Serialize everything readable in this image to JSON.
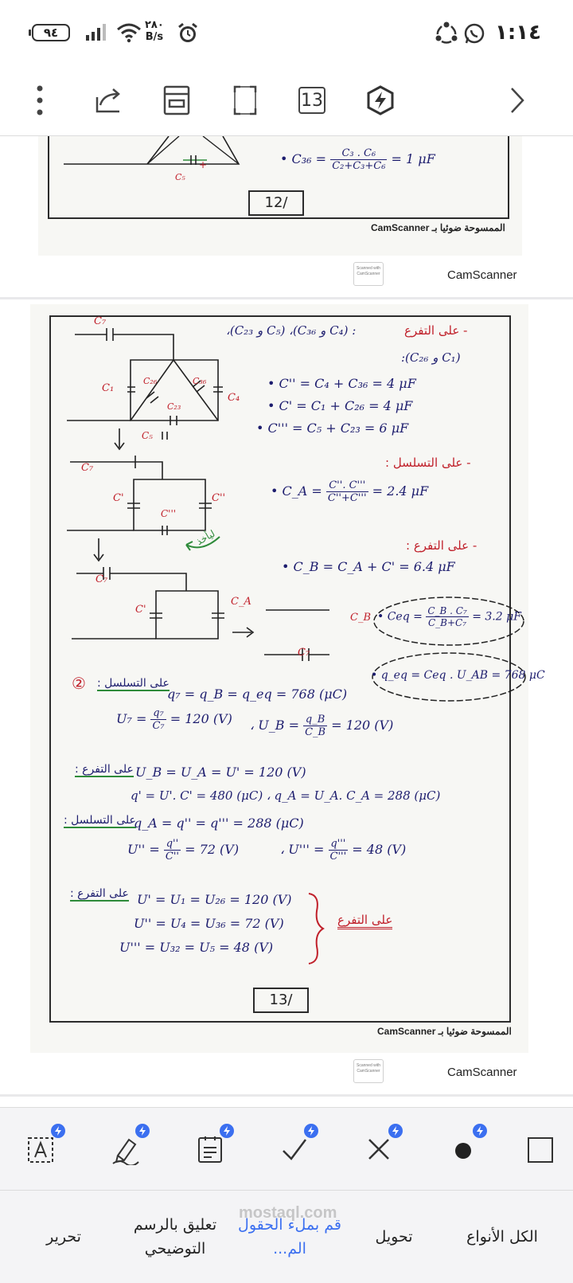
{
  "status_bar": {
    "time": "١:١٤",
    "battery": "٩٤",
    "net_speed_value": "٢٨٠",
    "net_speed_unit": "B/s",
    "icons": [
      "battery-icon",
      "signal-icon",
      "wifi-icon",
      "alarm-icon",
      "whatsapp-icon",
      "sync-icon"
    ]
  },
  "toolbar": {
    "page_count": "13",
    "icons": [
      "more-vertical-icon",
      "share-icon",
      "reader-icon",
      "fullscreen-icon",
      "page-count",
      "ai-bolt-icon",
      "next-arrow-icon"
    ]
  },
  "page12": {
    "formula_label": "• C₃₆ =",
    "formula_num": "C₃ . C₆",
    "formula_den": "C₂+C₃+C₆",
    "formula_result": "= 1 μF",
    "page_number": "12/",
    "scan_stamp": "الممسوحة ضوئيا بـ CamScanner",
    "watermark_badge": "Scanned with CamScanner",
    "watermark_label": "CamScanner"
  },
  "page13": {
    "page_number": "13/",
    "scan_stamp": "الممسوحة ضوئيا بـ CamScanner",
    "watermark_badge": "Scanned with CamScanner",
    "watermark_label": "CamScanner",
    "heading_parallel": "- على التفرع",
    "pairs_line1": "،(C₂₃ و C₅) ،(C₃₆ و C₄) :",
    "pairs_line2": ":(C₂₆ و C₁)",
    "eq_c2": "• C'' = C₄ + C₃₆ = 4 μF",
    "eq_c1": "• C' = C₁ + C₂₆ = 4 μF",
    "eq_c3": "• C''' = C₅ + C₂₃ = 6 μF",
    "heading_series": "- على التسلسل :",
    "eq_ca_label": "• C_A =",
    "eq_ca_num": "C''. C'''",
    "eq_ca_den": "C''+C'''",
    "eq_ca_result": "= 2.4 μF",
    "heading_parallel2": "- على التفرع :",
    "eq_cb": "• C_B = C_A + C' = 6.4 μF",
    "eq_ceq_label": "• Ceq =",
    "eq_ceq_num": "C_B . C₇",
    "eq_ceq_den": "C_B+C₇",
    "eq_ceq_result": "= 3.2 μF",
    "eq_qeq": "• q_eq = Ceq . U_AB = 768 μC",
    "step2_marker": "②",
    "s2_series_label": "على التسلسل :",
    "s2_line1": "q₇ = q_B = q_eq = 768 (μC)",
    "s2_u7_label": "U₇ =",
    "s2_u7_num": "q₇",
    "s2_u7_den": "C₇",
    "s2_u7_result": "= 120 (V)",
    "s2_ub_label": "، U_B =",
    "s2_ub_num": "q_B",
    "s2_ub_den": "C_B",
    "s2_ub_result": "= 120 (V)",
    "s2_parallel_label": "على التفرع :",
    "s2_line3": "U_B = U_A = U' = 120 (V)",
    "s2_line4": "q' = U'. C' = 480 (μC) ، q_A = U_A. C_A = 288 (μC)",
    "s2_series_label2": "على التسلسل :",
    "s2_line5": "q_A = q'' = q''' = 288 (μC)",
    "s2_u2_label": "U'' =",
    "s2_u2_num": "q''",
    "s2_u2_den": "C''",
    "s2_u2_result": "= 72 (V)",
    "s2_u3_label": "، U''' =",
    "s2_u3_num": "q'''",
    "s2_u3_den": "C'''",
    "s2_u3_result": "= 48 (V)",
    "s2_parallel_label2": "على التفرع :",
    "s2_line6": "U' = U₁ = U₂₆ = 120 (V)",
    "s2_line7": "U'' = U₄ = U₃₆ = 72 (V)",
    "s2_line8": "U''' = U₃₂ = U₅ = 48 (V)",
    "s2_brace_note": "على التفرع",
    "circuit_labels": {
      "c7": "C₇",
      "c1": "C₁",
      "c26": "C₂₆",
      "c36": "C₃₆",
      "c4": "C₄",
      "c23": "C₂₃",
      "c5": "C₅",
      "c_prime": "C'",
      "c_dprime": "C''",
      "c_tprime": "C'''",
      "ca": "C_A",
      "cb": "C_B",
      "rotate_note": "ليأخذ"
    }
  },
  "bottom_tools": {
    "icons": [
      "text-box-icon",
      "pen-sign-icon",
      "form-clipboard-icon",
      "check-mark-icon",
      "cross-mark-icon",
      "dot-icon",
      "square-icon"
    ]
  },
  "tabs": [
    {
      "label": "الكل الأنواع"
    },
    {
      "label": "تحويل"
    },
    {
      "label": "قم بملء الحقول الم..."
    },
    {
      "label": "تعليق بالرسم التوضيحي"
    },
    {
      "label": "تحرير"
    }
  ],
  "tab_watermark": "mostaql.com",
  "colors": {
    "accent": "#3b6ff0",
    "ink_blue": "#1d1d6e",
    "ink_red": "#c0202a",
    "ink_green": "#2e8b3a"
  }
}
